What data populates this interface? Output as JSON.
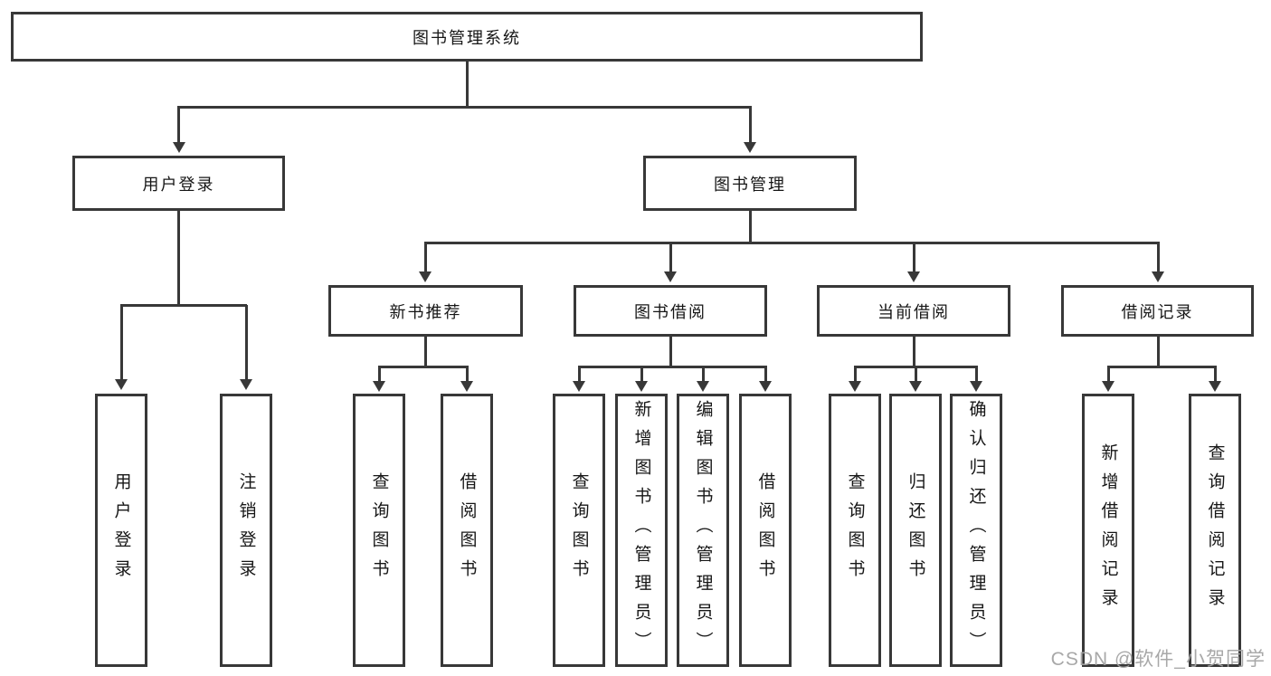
{
  "tree": {
    "root": "图书管理系统",
    "children": [
      {
        "label": "用户登录",
        "children": [
          {
            "label": "用户登录"
          },
          {
            "label": "注销登录"
          }
        ]
      },
      {
        "label": "图书管理",
        "children": [
          {
            "label": "新书推荐",
            "children": [
              {
                "label": "查询图书"
              },
              {
                "label": "借阅图书"
              }
            ]
          },
          {
            "label": "图书借阅",
            "children": [
              {
                "label": "查询图书"
              },
              {
                "label": "新增图书（管理员）"
              },
              {
                "label": "编辑图书（管理员）"
              },
              {
                "label": "借阅图书"
              }
            ]
          },
          {
            "label": "当前借阅",
            "children": [
              {
                "label": "查询图书"
              },
              {
                "label": "归还图书"
              },
              {
                "label": "确认归还（管理员）"
              }
            ]
          },
          {
            "label": "借阅记录",
            "children": [
              {
                "label": "新增借阅记录"
              },
              {
                "label": "查询借阅记录"
              }
            ]
          }
        ]
      }
    ]
  },
  "watermark": {
    "text": "CSDN @软件_小贺同学"
  },
  "colors": {
    "line": "#383838",
    "box_border": "#383838",
    "text": "#161616",
    "watermark": "#a3a3a3",
    "background": "#ffffff"
  }
}
